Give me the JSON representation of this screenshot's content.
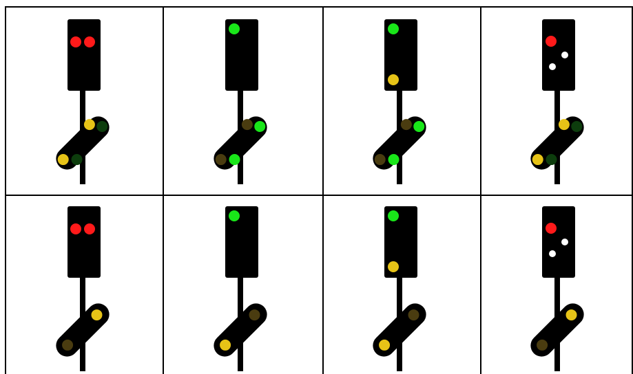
{
  "colors": {
    "background": "#ffffff",
    "border": "#000000",
    "signal_body": "#000000",
    "red": "#ff1a1a",
    "green_on": "#19e619",
    "green_off": "#0d3d0d",
    "yellow_on": "#e6c317",
    "yellow_off": "#4a3c10",
    "white": "#ffffff"
  },
  "rows": [
    {
      "cells": [
        {
          "main_signal": {
            "lamps": [
              {
                "color": "red",
                "lit": true
              },
              {
                "color": "red",
                "lit": true
              }
            ],
            "pattern": "double-red"
          },
          "distant_signal": {
            "upper_yellow": true,
            "upper_green": false,
            "lower_yellow": true,
            "lower_green": false
          }
        },
        {
          "main_signal": {
            "lamps": [
              {
                "color": "green",
                "lit": true
              }
            ],
            "pattern": "top-green"
          },
          "distant_signal": {
            "upper_yellow": false,
            "upper_green": true,
            "lower_yellow": false,
            "lower_green": true
          }
        },
        {
          "main_signal": {
            "lamps": [
              {
                "color": "green",
                "lit": true
              },
              {
                "color": "yellow",
                "lit": true
              }
            ],
            "pattern": "green-yellow"
          },
          "distant_signal": {
            "upper_yellow": false,
            "upper_green": true,
            "lower_yellow": false,
            "lower_green": true
          }
        },
        {
          "main_signal": {
            "lamps": [
              {
                "color": "red",
                "lit": true
              },
              {
                "color": "white",
                "lit": true
              },
              {
                "color": "white",
                "lit": true
              }
            ],
            "pattern": "red-white-white"
          },
          "distant_signal": {
            "upper_yellow": true,
            "upper_green": false,
            "lower_yellow": true,
            "lower_green": false
          }
        }
      ]
    },
    {
      "cells": [
        {
          "main_signal": {
            "lamps": [
              {
                "color": "red",
                "lit": true
              },
              {
                "color": "red",
                "lit": true
              }
            ],
            "pattern": "double-red"
          },
          "distant_signal": {
            "type": "two-lamp",
            "upper_yellow": true,
            "lower_yellow": false
          }
        },
        {
          "main_signal": {
            "lamps": [
              {
                "color": "green",
                "lit": true
              }
            ],
            "pattern": "top-green"
          },
          "distant_signal": {
            "type": "two-lamp",
            "upper_yellow": false,
            "lower_yellow": true
          }
        },
        {
          "main_signal": {
            "lamps": [
              {
                "color": "green",
                "lit": true
              },
              {
                "color": "yellow",
                "lit": true
              }
            ],
            "pattern": "green-yellow"
          },
          "distant_signal": {
            "type": "two-lamp",
            "upper_yellow": false,
            "lower_yellow": true
          }
        },
        {
          "main_signal": {
            "lamps": [
              {
                "color": "red",
                "lit": true
              },
              {
                "color": "white",
                "lit": true
              },
              {
                "color": "white",
                "lit": true
              }
            ],
            "pattern": "red-white-white"
          },
          "distant_signal": {
            "type": "two-lamp",
            "upper_yellow": true,
            "lower_yellow": false
          }
        }
      ]
    }
  ]
}
